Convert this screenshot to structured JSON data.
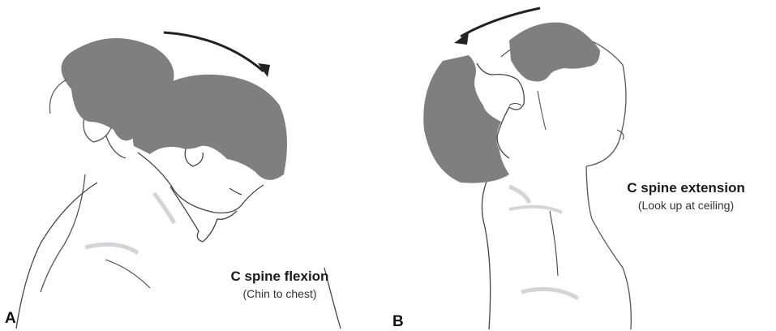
{
  "panels": [
    {
      "letter": "A",
      "title": "C spine flexion",
      "subtitle": "(Chin to chest)"
    },
    {
      "letter": "B",
      "title": "C spine extension",
      "subtitle": "(Look up at ceiling)"
    }
  ],
  "colors": {
    "hair": "#7f7f7f",
    "outline": "#2b2b2b",
    "skin": "#ffffff",
    "shadow": "#d4d4d8",
    "arrow": "#222222"
  }
}
